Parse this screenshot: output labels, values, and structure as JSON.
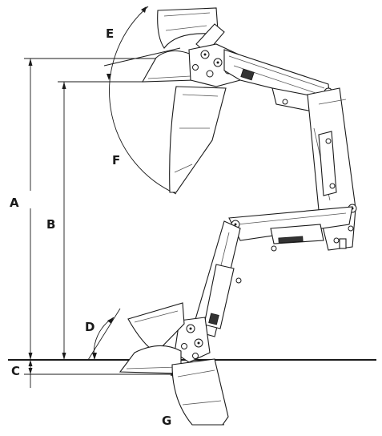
{
  "labels": {
    "A": "A",
    "B": "B",
    "C": "C",
    "D": "D",
    "E": "E",
    "F": "F",
    "G": "G"
  },
  "colors": {
    "ink": "#1a1a1a",
    "background": "#ffffff"
  }
}
